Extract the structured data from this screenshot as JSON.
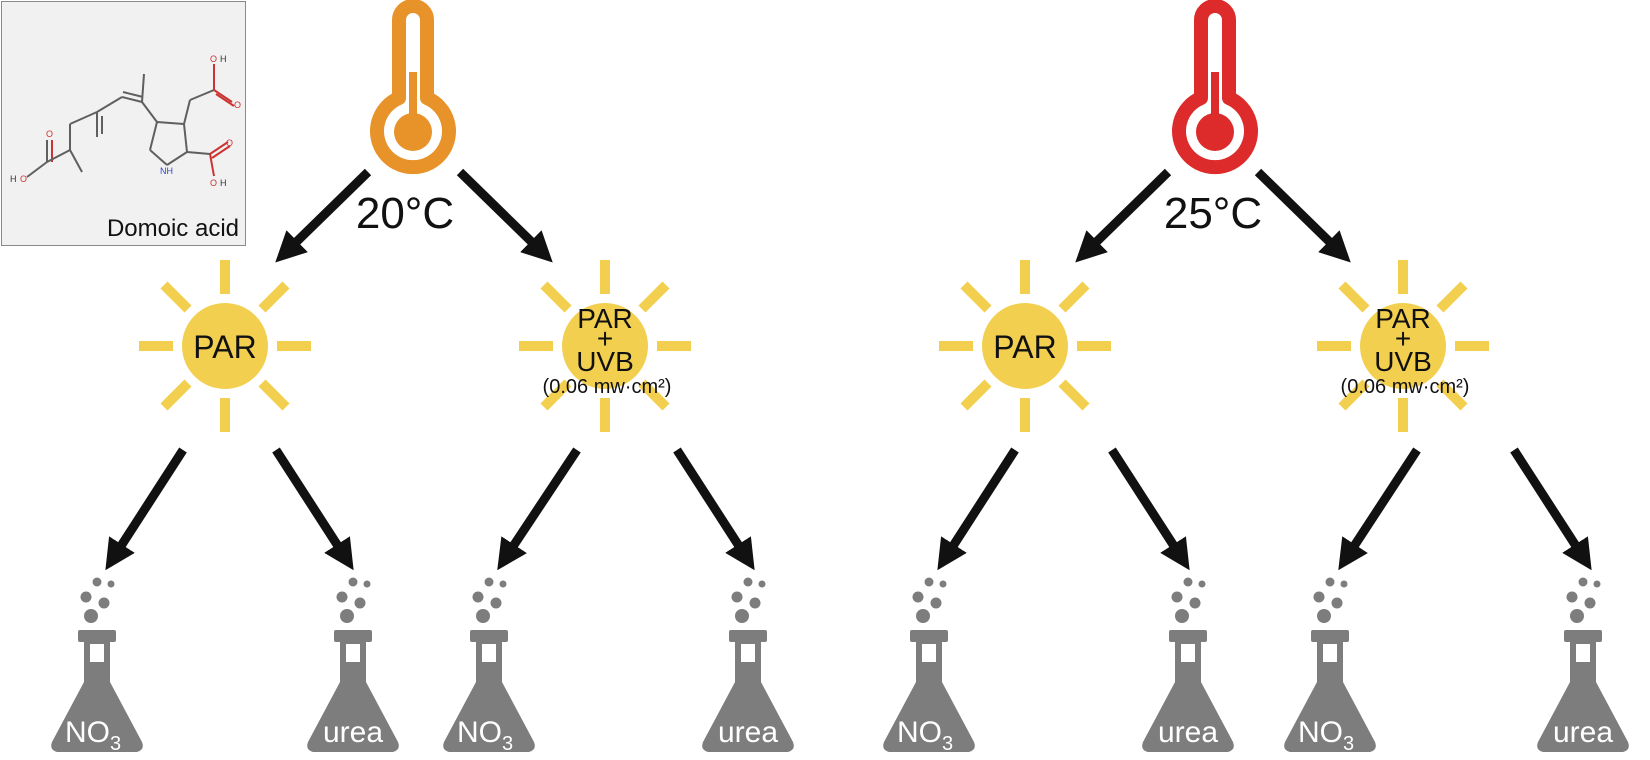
{
  "inset": {
    "label": "Domoic acid",
    "atoms": {
      "o": "O",
      "h": "H",
      "n": "N",
      "nh": "NH"
    }
  },
  "temperatures": [
    {
      "label": "20°C",
      "color": "#e8922a"
    },
    {
      "label": "25°C",
      "color": "#dd2a2a"
    }
  ],
  "light": {
    "par": "PAR",
    "par_uvb_line1": "PAR",
    "plus": "+",
    "uvb": "UVB",
    "dose": "(0.06 mw·cm²)"
  },
  "nutrients": {
    "nitrate_base": "NO",
    "nitrate_sub": "3",
    "urea": "urea"
  },
  "colors": {
    "sun": "#f2cf4f",
    "flask": "#7d7d7d",
    "arrow": "#111111"
  }
}
